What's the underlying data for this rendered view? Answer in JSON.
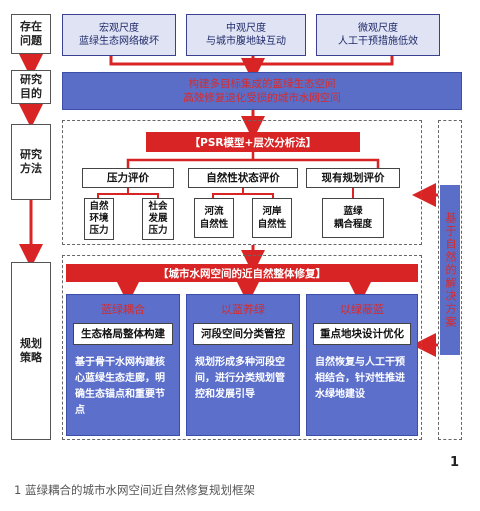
{
  "left_labels": {
    "problem": "存在\n问题",
    "goal": "研究\n目的",
    "method": "研究\n方法",
    "strategy": "规划\n策略"
  },
  "top_scales": [
    "宏观尺度\n蓝绿生态网络破坏",
    "中观尺度\n与城市腹地缺互动",
    "微观尺度\n人工干预措施低效"
  ],
  "goal_band": "构建多目标集成的蓝绿生态空间\n高效修复退化受损的城市水网空间",
  "psr_title": "【PSR模型+层次分析法】",
  "evaluations": [
    "压力评价",
    "自然性状态评价",
    "现有规划评价"
  ],
  "sub_items": {
    "pressure": [
      "自然\n环境\n压力",
      "社会\n发展\n压力"
    ],
    "nature": [
      "河流\n自然性",
      "河岸\n自然性"
    ],
    "plan": [
      "蓝绿\n耦合程度"
    ]
  },
  "right_box": "基于自然的解决方案",
  "repair_title": "【城市水网空间的近自然整体修复】",
  "columns": [
    {
      "title": "蓝绿耦合",
      "subtitle": "生态格局整体构建",
      "text": "基于骨干水网构建核心蓝绿生态走廊，明确生态锚点和重要节点"
    },
    {
      "title": "以蓝养绿",
      "subtitle": "河段空间分类管控",
      "text": "规划形成多种河段空间，进行分类规划管控和发展引导"
    },
    {
      "title": "以绿蔽蓝",
      "subtitle": "重点地块设计优化",
      "text": "自然恢复与人工干预相结合，针对性推进水绿地建设"
    }
  ],
  "figure_number": "1",
  "caption": "1 蓝绿耦合的城市水网空间近自然修复规划框架",
  "colors": {
    "red": "#d82424",
    "blue": "#5b6fcb",
    "light": "#dfe3f3",
    "navy": "#3a3f8f"
  }
}
